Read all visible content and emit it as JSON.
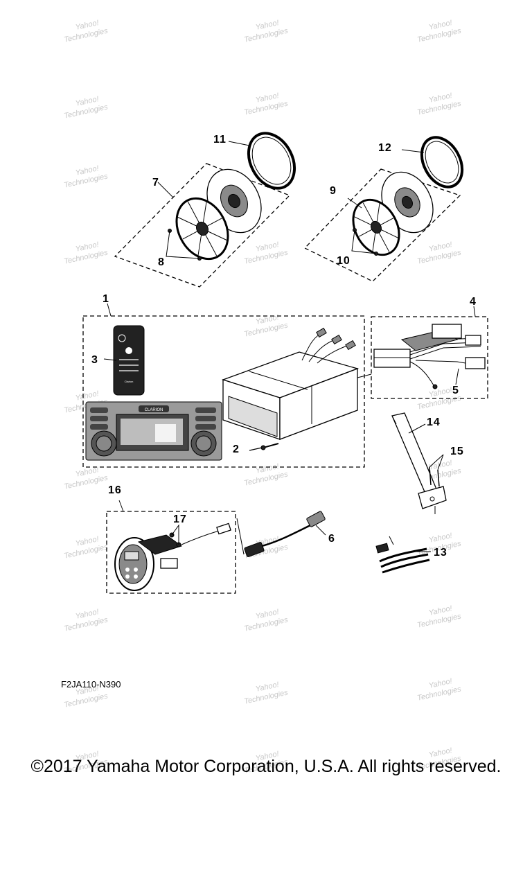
{
  "diagram": {
    "callouts": [
      "1",
      "2",
      "3",
      "4",
      "5",
      "6",
      "7",
      "8",
      "9",
      "10",
      "11",
      "12",
      "13",
      "14",
      "15",
      "16",
      "17"
    ],
    "device_text": {
      "radio_brand": "CLARION",
      "remote_brand": "Clarion"
    },
    "watermark": {
      "line1": "Yahoo!",
      "line2": "Technologies"
    }
  },
  "footer": {
    "drawing_code": "F2JA110-N390",
    "copyright": "©2017 Yamaha Motor Corporation, U.S.A. All rights reserved."
  }
}
